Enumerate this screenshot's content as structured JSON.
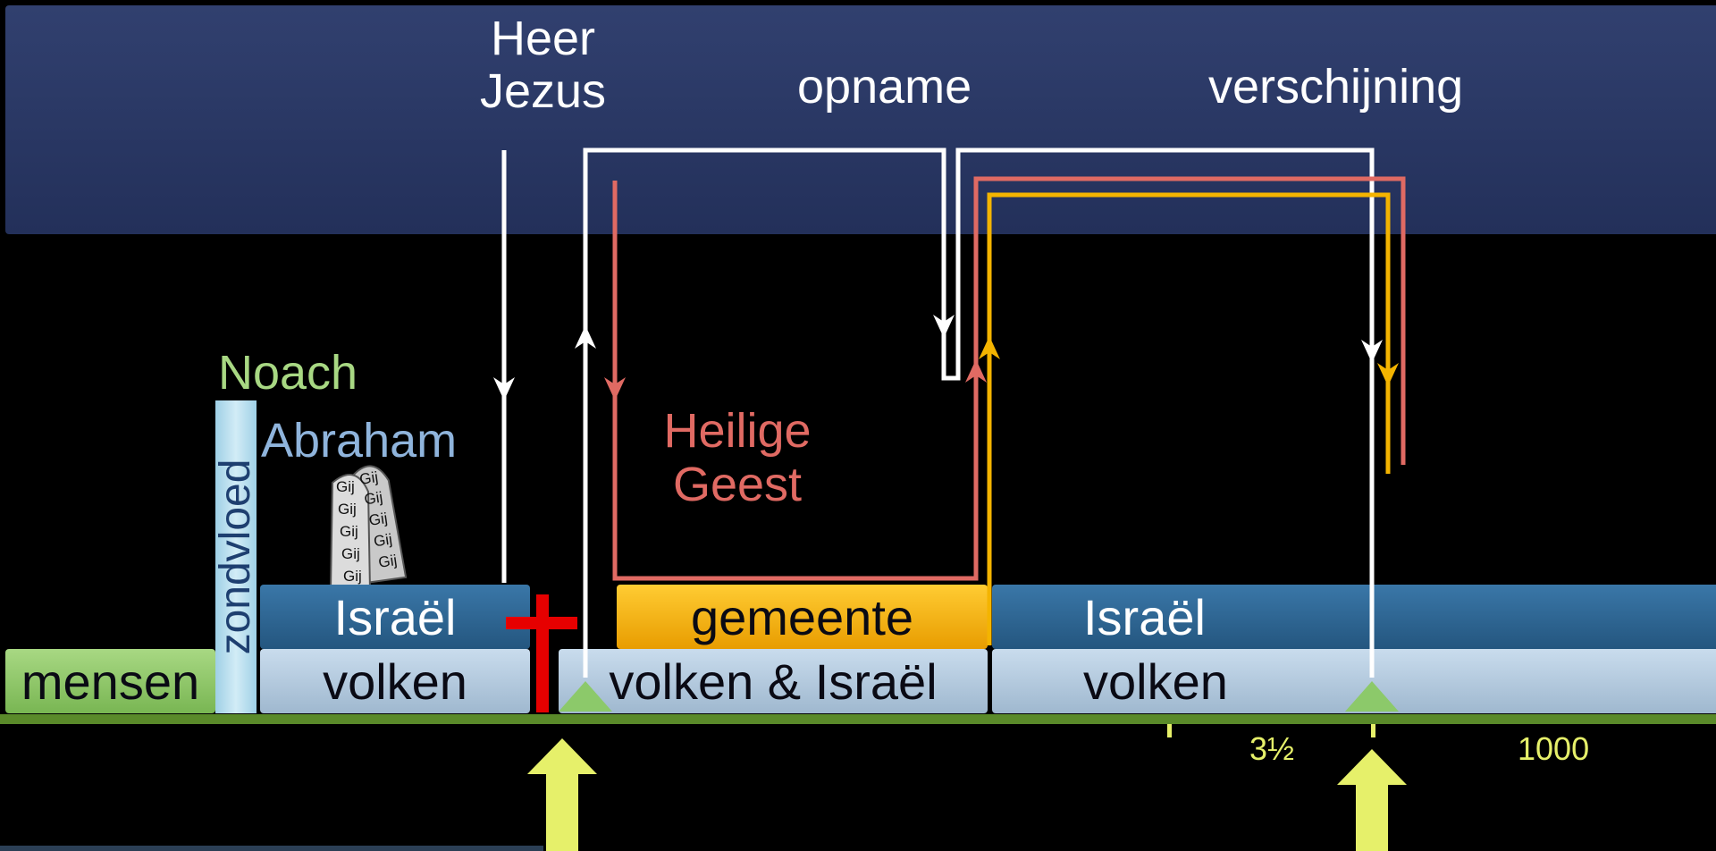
{
  "top_labels": {
    "heer_jezus": "Heer\nJezus",
    "opname": "opname",
    "verschijning": "verschijning"
  },
  "people": {
    "noach": "Noach",
    "abraham": "Abraham"
  },
  "flood": "zondvloed",
  "tablets": {
    "word": "Gij"
  },
  "spirit": "Heilige\nGeest",
  "bars": {
    "mensen": "mensen",
    "volken_1": "volken",
    "israel_1": "Israël",
    "volken_israel": "volken & Israël",
    "gemeente": "gemeente",
    "israel_2": "Israël",
    "volken_2": "volken"
  },
  "timeline": {
    "years_tribulation": "3½",
    "millennium": "1000"
  },
  "colors": {
    "heaven": "#2b3a68",
    "white_path": "#ffffff",
    "red_path": "#e06a63",
    "yellow_path": "#f4b400",
    "cross": "#e60000",
    "ground": "#5a8a2a",
    "arrow_up": "#e6f06a",
    "noach": "#a8d883",
    "abraham": "#8fb4dc"
  }
}
